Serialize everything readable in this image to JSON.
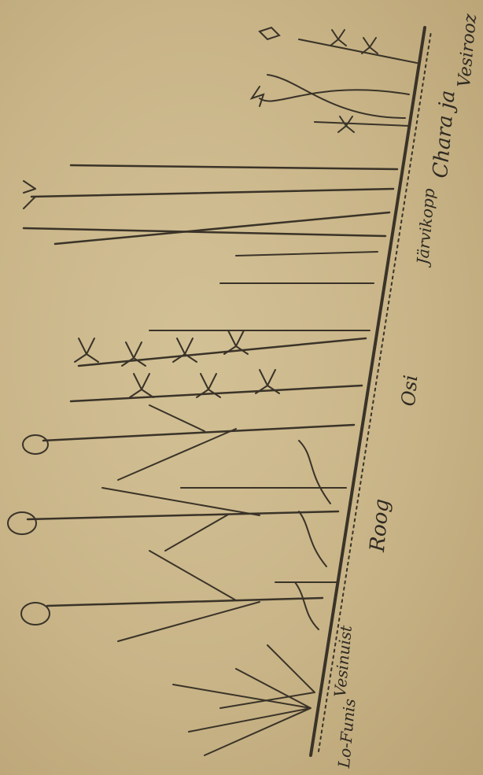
{
  "labels": {
    "lotus": "Lo-Funis",
    "vesilook": "Vesinuist",
    "roog": "Roog",
    "osi": "Osi",
    "jarvislopp": "Järvikopp",
    "chara": "Chara ja",
    "vesirooz": "Vesirooz"
  },
  "colors": {
    "paper": "#c9b68a",
    "ink": "#3a3328"
  }
}
